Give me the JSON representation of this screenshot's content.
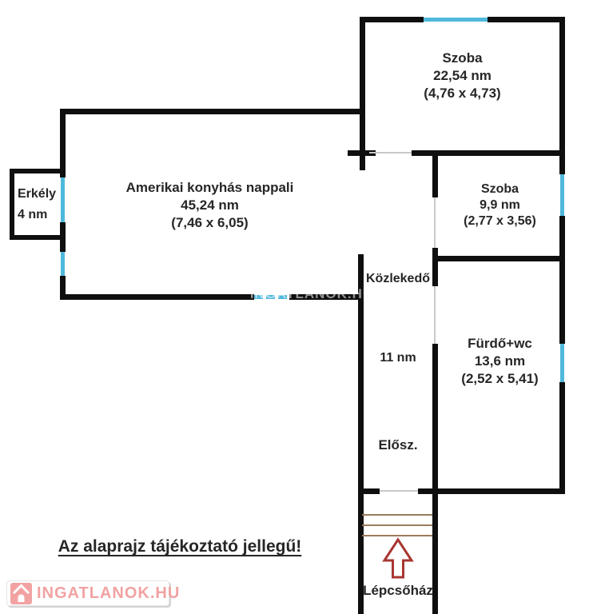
{
  "colors": {
    "wall": "#0f0f0f",
    "window": "#4fb8dc",
    "door": "#c9c9c9",
    "stair": "#9b7a5e",
    "arrow": "#a83632",
    "text": "#262626",
    "brand_pink": "#f2a2a2"
  },
  "rooms": {
    "szoba_top": {
      "name": "Szoba",
      "area": "22,54 nm",
      "dimensions": "(4,76 x 4,73)"
    },
    "nappali": {
      "name": "Amerikai konyhás nappali",
      "area": "45,24 nm",
      "dimensions": "(7,46 x 6,05)"
    },
    "erkely": {
      "name": "Erkély",
      "area": "4 nm"
    },
    "szoba_right": {
      "name": "Szoba",
      "area": "9,9 nm",
      "dimensions": "(2,77 x 3,56)"
    },
    "kozlekedo": {
      "name": "Közlekedő",
      "area": "11 nm"
    },
    "furdo": {
      "name": "Fürdő+wc",
      "area": "13,6 nm",
      "dimensions": "(2,52 x 5,41)"
    },
    "eloszoba": {
      "name": "Elősz."
    },
    "lepcsohaz": {
      "name": "Lépcsőház"
    }
  },
  "disclaimer": "Az alaprajz tájékoztató jellegű!",
  "watermark": {
    "brand": "INGATLANOK.HU"
  },
  "center_watermark": {
    "text": "INGATLANOK.HU"
  }
}
